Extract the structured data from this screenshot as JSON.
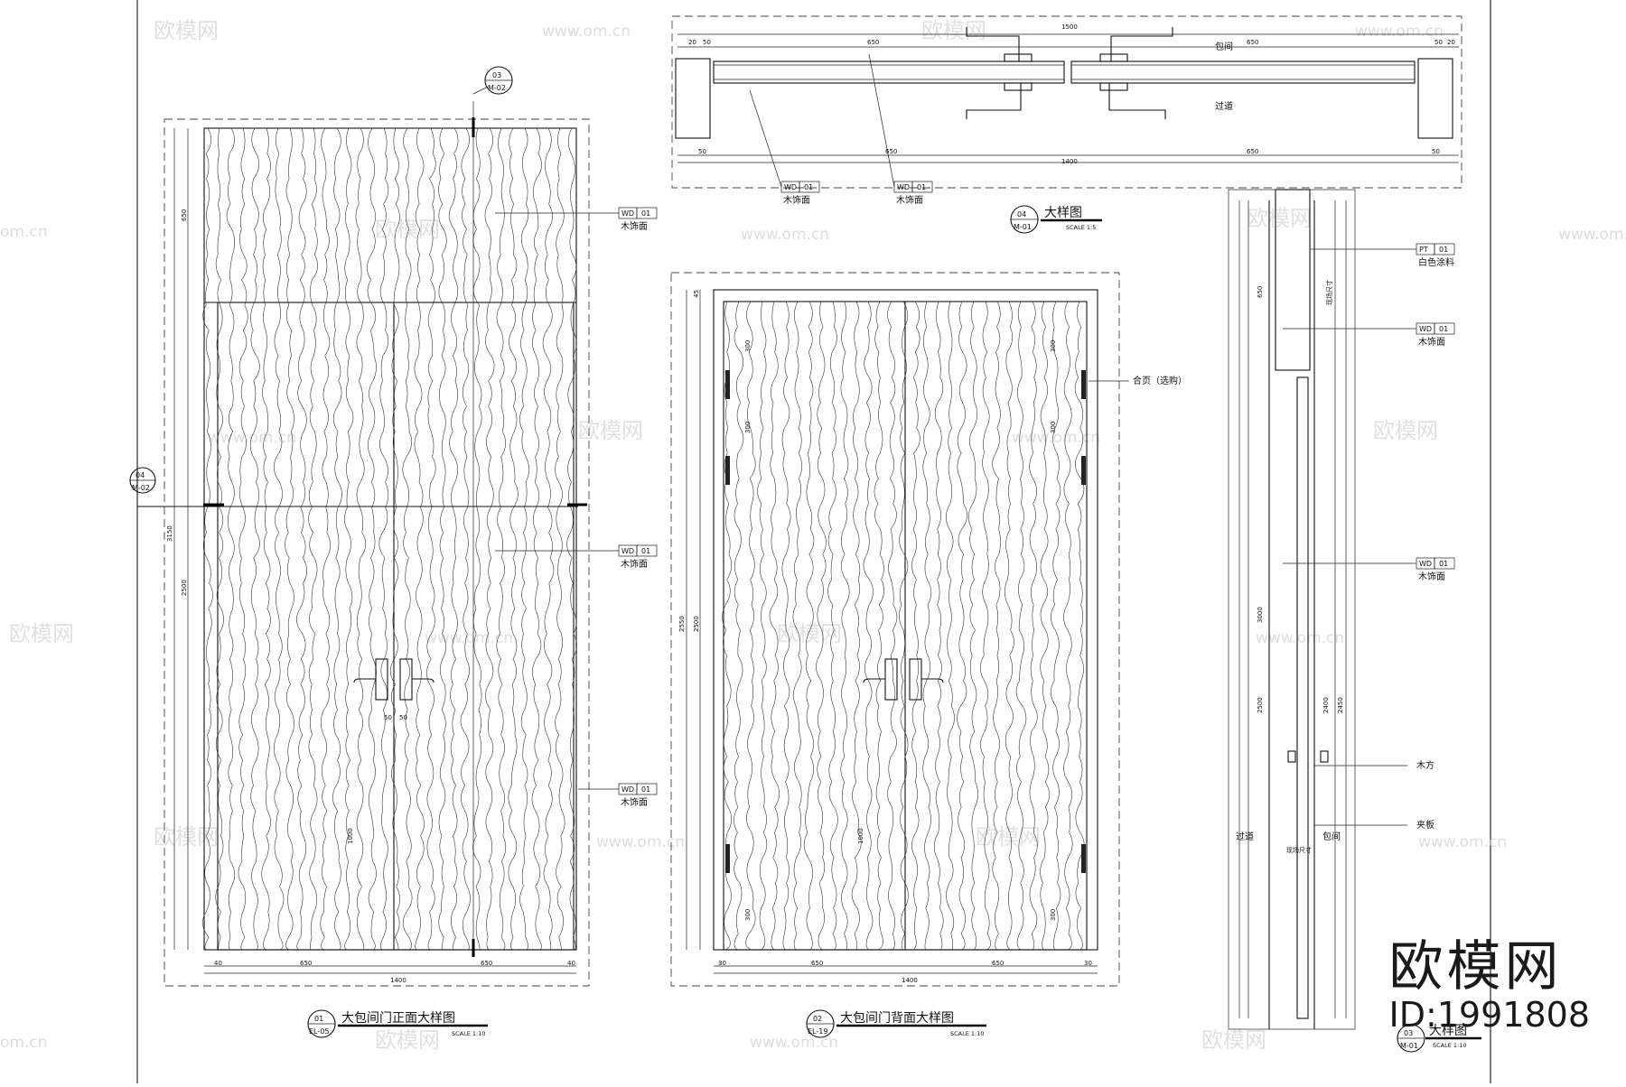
{
  "watermark": {
    "brand": "欧模网",
    "url": "www.om.cn",
    "url_alt": "om.cn",
    "id": "ID:1991808"
  },
  "labels": {
    "wood_finish": "木饰面",
    "white_paint": "白色涂料",
    "hinge": "合页（选购）",
    "timber_batten": "木方",
    "plywood": "夹板",
    "private_room": "包间",
    "corridor": "过道"
  },
  "tags": {
    "wd": "WD",
    "pt": "PT",
    "num": "01"
  },
  "drawings": {
    "front": {
      "number": "01",
      "ref": "EL-05",
      "title": "大包间门正面大样图",
      "scale": "SCALE 1:10"
    },
    "back": {
      "number": "02",
      "ref": "EL-19",
      "title": "大包间门背面大样图",
      "scale": "SCALE 1:10"
    },
    "plan": {
      "number": "04",
      "ref": "M-01",
      "title": "大样图",
      "scale": "SCALE 1:5"
    },
    "section": {
      "number": "03",
      "ref": "M-01",
      "title": "大样图",
      "scale": "SCALE 1:10"
    }
  },
  "callouts": {
    "top": {
      "number": "03",
      "ref": "M-02"
    },
    "left": {
      "number": "04",
      "ref": "M-02"
    }
  },
  "dims": {
    "front_bottom": [
      "40",
      "650",
      "650",
      "40"
    ],
    "front_total": "1400",
    "front_left": [
      "650",
      "2500",
      "1000"
    ],
    "front_overall": "3150",
    "front_handle": [
      "50",
      "50"
    ],
    "back_bottom": [
      "30",
      "650",
      "650",
      "30"
    ],
    "back_total": "1400",
    "back_left": [
      "45",
      "2500",
      "1000"
    ],
    "back_overall": "2550",
    "back_hinge": [
      "300",
      "300",
      "300"
    ],
    "plan_top": "1500",
    "plan_top_parts": [
      "20",
      "50",
      "650",
      "650",
      "50",
      "20"
    ],
    "plan_bottom": [
      "50",
      "650",
      "650",
      "50"
    ],
    "plan_bottom_total": "1400",
    "section_left": [
      "650",
      "3000",
      "2500",
      "2400",
      "2450"
    ],
    "section_notes": [
      "现场尺寸",
      "现场尺寸"
    ]
  }
}
